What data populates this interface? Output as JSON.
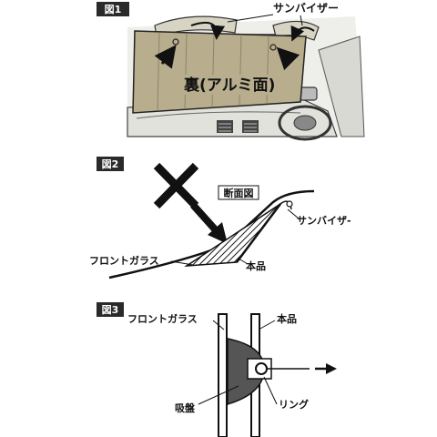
{
  "fig1": {
    "tag": "図1",
    "label_sunvisor": "サンバイザー",
    "label_back": "裏(アルミ面)"
  },
  "fig2": {
    "tag": "図2",
    "label_section": "断面図",
    "label_sunvisor": "サンバイザ-",
    "label_windshield": "フロントガラス",
    "label_product": "本品"
  },
  "fig3": {
    "tag": "図3",
    "label_windshield": "フロントガラス",
    "label_product": "本品",
    "label_suction": "吸盤",
    "label_ring": "リング"
  }
}
